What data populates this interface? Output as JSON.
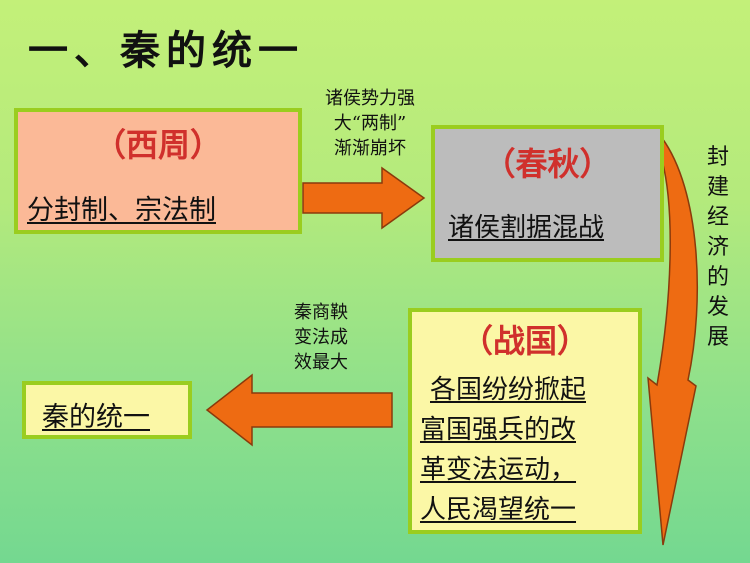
{
  "title": "一、秦的统一",
  "boxes": {
    "xizhou": {
      "heading": "（西周）",
      "text": "分封制、宗法制"
    },
    "chunqiu": {
      "heading": "（春秋）",
      "text": "诸侯割据混战"
    },
    "zhanguo": {
      "heading": "（战国）",
      "lines": [
        "各国纷纷掀起",
        "富国强兵的改",
        "革变法运动，",
        "人民渴望统一"
      ]
    },
    "qin": {
      "text": "秦的统一"
    }
  },
  "notes": {
    "top": [
      "诸侯势力强",
      "大“两制”",
      "渐渐崩坏"
    ],
    "middle": [
      "秦商鞅",
      "变法成",
      "效最大"
    ],
    "side": [
      "封",
      "建",
      "经",
      "济",
      "的",
      "发",
      "展"
    ]
  },
  "colors": {
    "arrow_fill": "#ee6b12",
    "arrow_stroke": "#8a3a0c",
    "box_border": "#9acd1f",
    "heading_red": "#d0302c"
  }
}
